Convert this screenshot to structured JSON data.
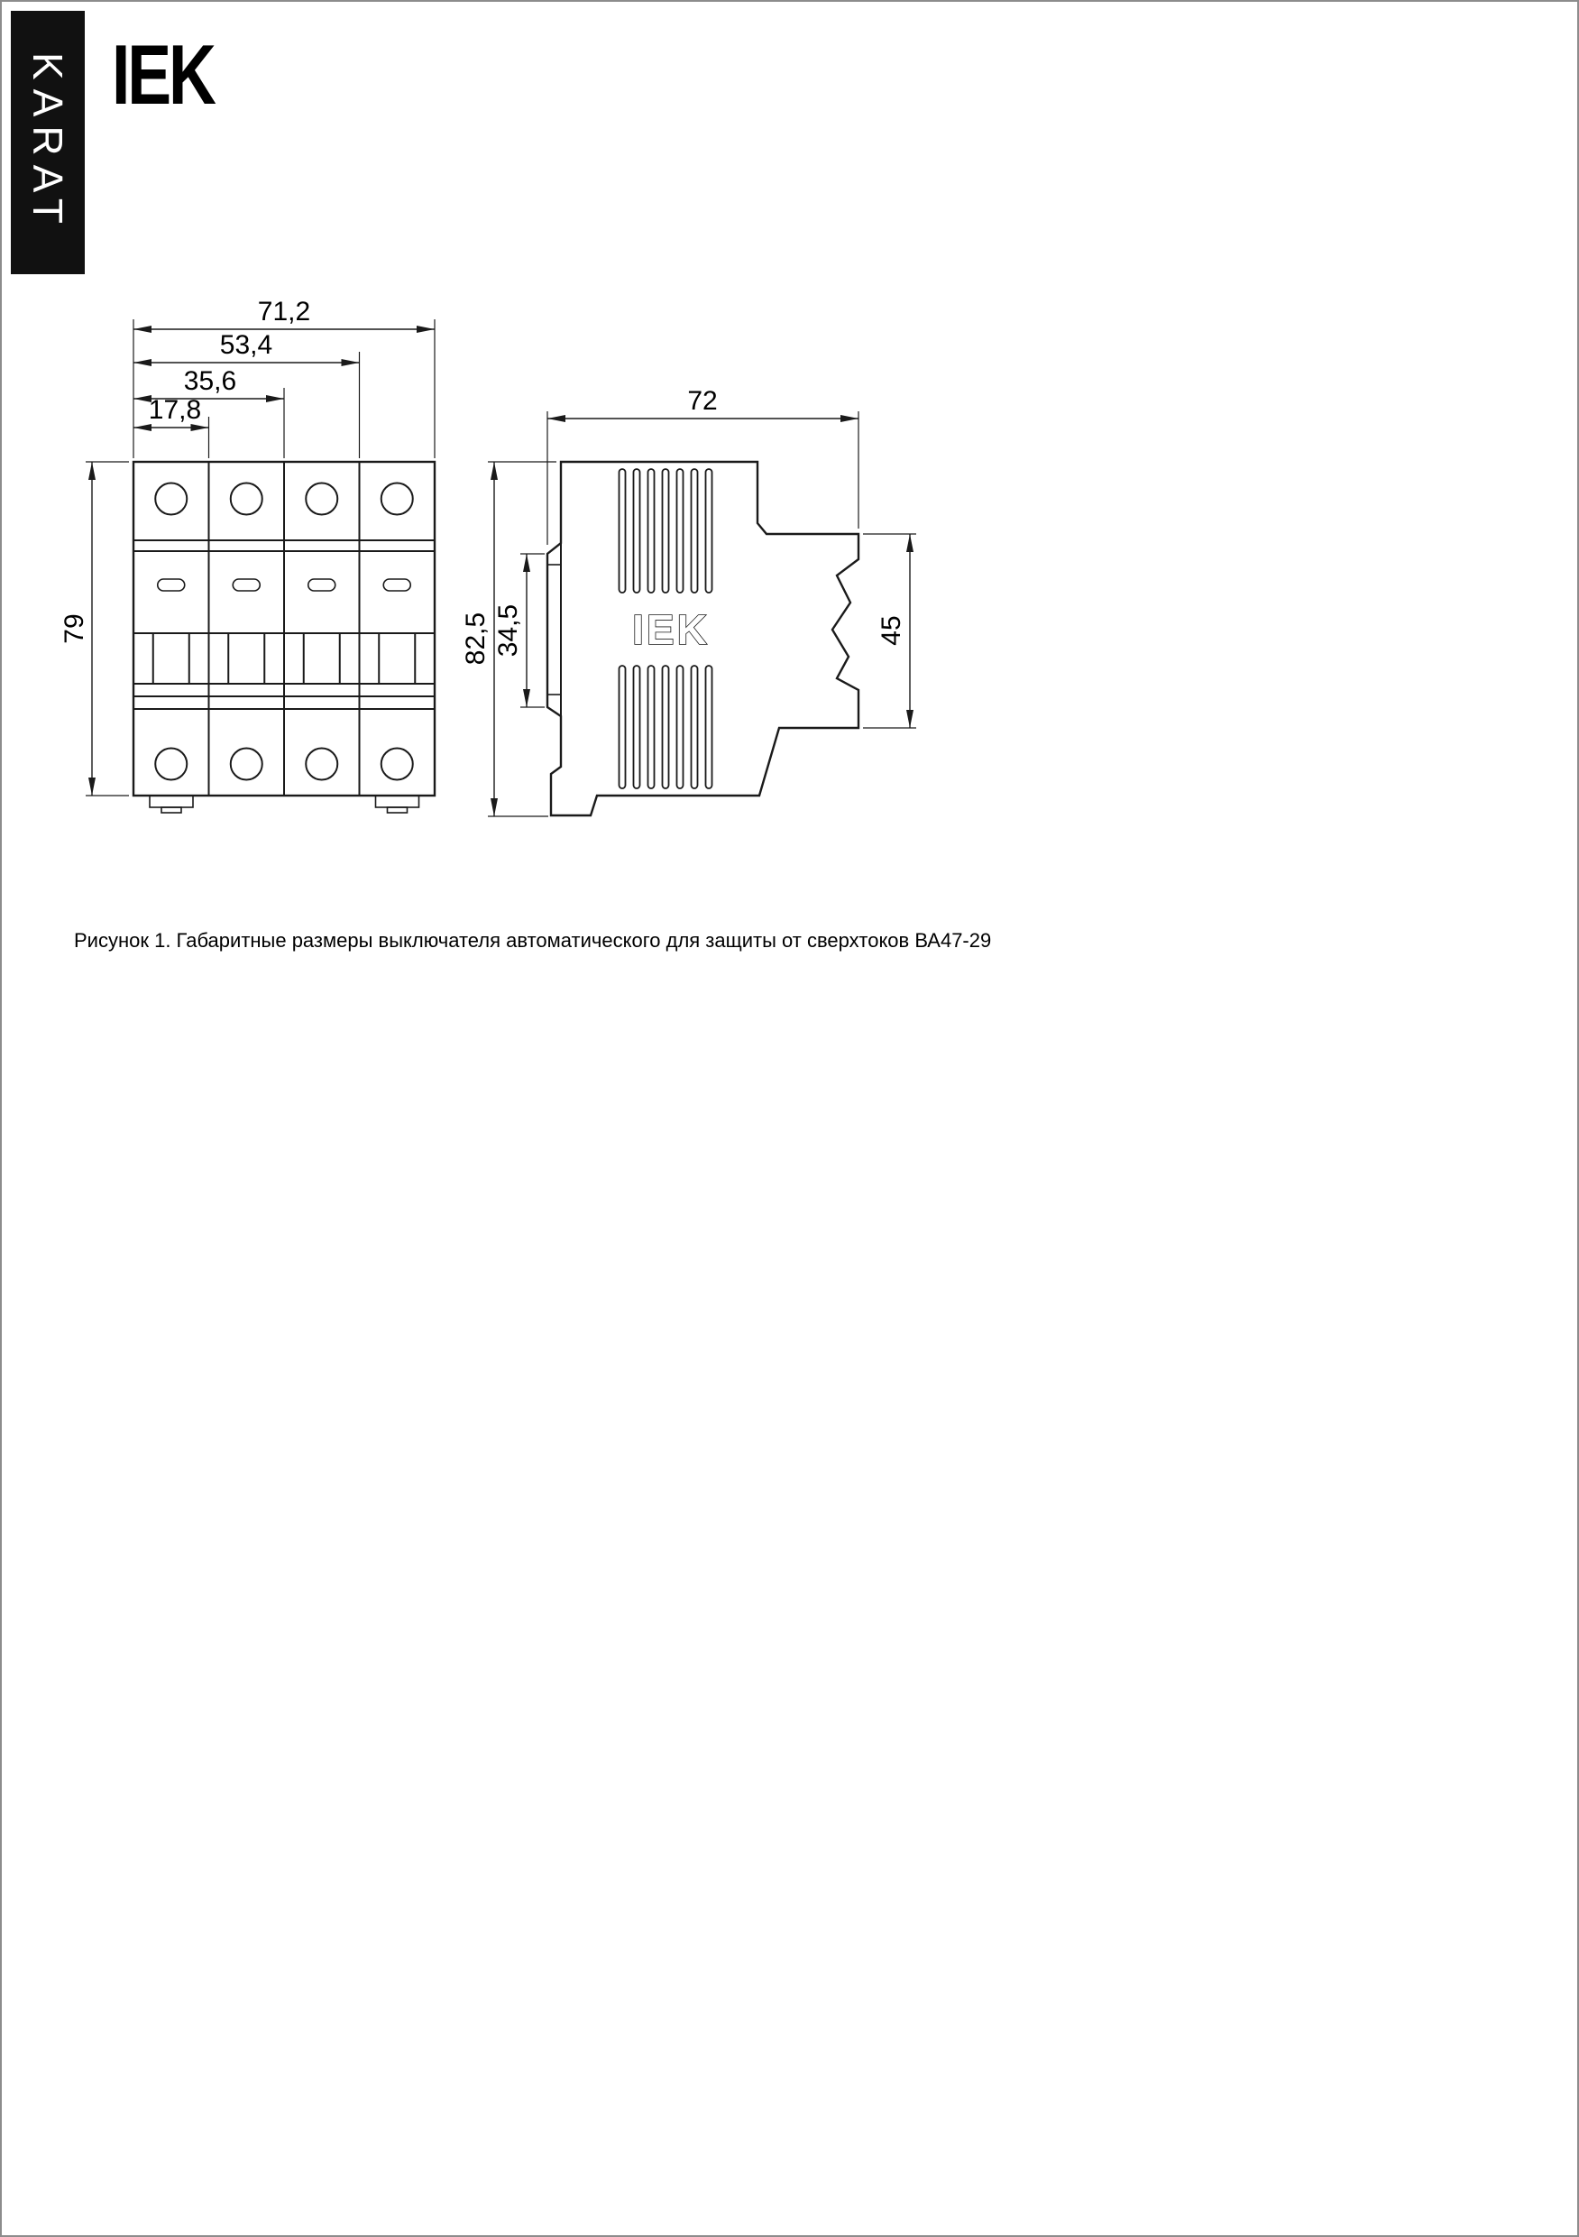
{
  "brand": {
    "banner": "KARAT",
    "logo": "IEK"
  },
  "drawing": {
    "side_logo": "IEK",
    "front_dims": {
      "total_width": "71,2",
      "three_pole": "53,4",
      "two_pole": "35,6",
      "one_pole": "17,8",
      "height": "79"
    },
    "side_dims": {
      "depth": "72",
      "total_height": "82,5",
      "rail_zone": "34,5",
      "face_height": "45"
    }
  },
  "caption": "Рисунок 1. Габаритные размеры выключателя автоматического для защиты от сверхтоков ВА47-29",
  "colors": {
    "banner_bg": "#111111",
    "ink": "#1a1a1a"
  }
}
